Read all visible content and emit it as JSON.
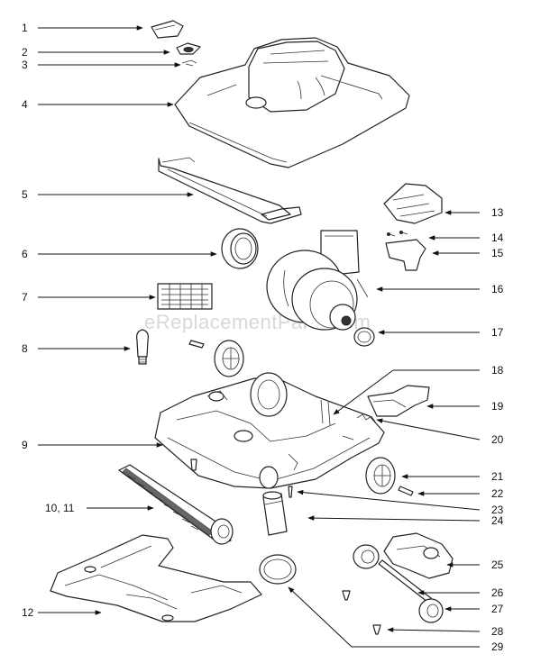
{
  "watermark": "eReplacementParts.com",
  "callouts": [
    {
      "id": "c1",
      "text": "1"
    },
    {
      "id": "c2",
      "text": "2"
    },
    {
      "id": "c3",
      "text": "3"
    },
    {
      "id": "c4",
      "text": "4"
    },
    {
      "id": "c5",
      "text": "5"
    },
    {
      "id": "c6",
      "text": "6"
    },
    {
      "id": "c7",
      "text": "7"
    },
    {
      "id": "c8",
      "text": "8"
    },
    {
      "id": "c9",
      "text": "9"
    },
    {
      "id": "c10",
      "text": "10, 11"
    },
    {
      "id": "c12",
      "text": "12"
    },
    {
      "id": "c13",
      "text": "13"
    },
    {
      "id": "c14",
      "text": "14"
    },
    {
      "id": "c15",
      "text": "15"
    },
    {
      "id": "c16",
      "text": "16"
    },
    {
      "id": "c17",
      "text": "17"
    },
    {
      "id": "c18",
      "text": "18"
    },
    {
      "id": "c19",
      "text": "19"
    },
    {
      "id": "c20",
      "text": "20"
    },
    {
      "id": "c21",
      "text": "21"
    },
    {
      "id": "c22",
      "text": "22"
    },
    {
      "id": "c23",
      "text": "23"
    },
    {
      "id": "c24",
      "text": "24"
    },
    {
      "id": "c25",
      "text": "25"
    },
    {
      "id": "c26",
      "text": "26"
    },
    {
      "id": "c27",
      "text": "27"
    },
    {
      "id": "c28",
      "text": "28"
    },
    {
      "id": "c29",
      "text": "29"
    }
  ]
}
